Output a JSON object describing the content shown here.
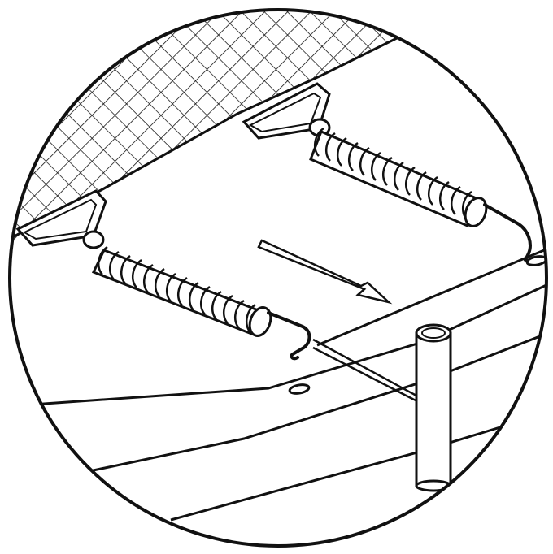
{
  "figure": {
    "kind": "assembly-detail-illustration",
    "style": "black line art on white",
    "colors": {
      "ink": "#111111",
      "background": "#ffffff"
    },
    "parts": [
      "trampoline-mat-mesh",
      "v-ring-left",
      "v-ring-right",
      "spring-left",
      "spring-right",
      "frame-rail",
      "spring-hole-left",
      "spring-hole-right",
      "frame-leg",
      "direction-arrow"
    ]
  }
}
